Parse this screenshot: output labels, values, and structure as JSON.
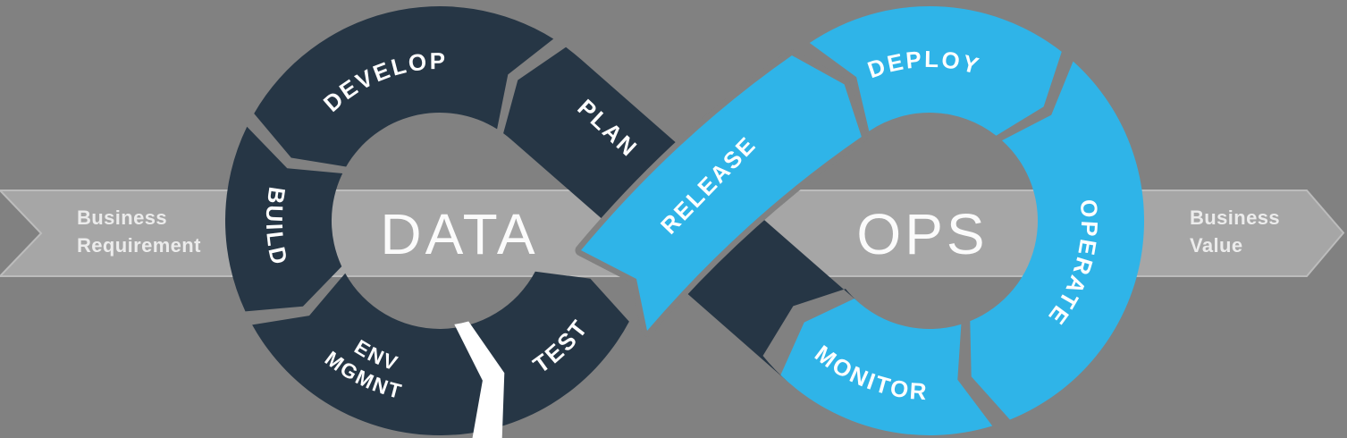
{
  "colors": {
    "background": "#818181",
    "band": "#a6a6a6",
    "dark_loop": "#263645",
    "blue_loop": "#2fb4e8",
    "white": "#ffffff"
  },
  "band": {
    "left_label": {
      "line1": "Business",
      "line2": "Requirement"
    },
    "right_label": {
      "line1": "Business",
      "line2": "Value"
    }
  },
  "data_loop": {
    "center_label": "DATA",
    "segments": {
      "plan": "PLAN",
      "develop": "DEVELOP",
      "build": "BUILD",
      "env_mgmnt_line1": "ENV",
      "env_mgmnt_line2": "MGMNT",
      "test": "TEST"
    }
  },
  "ops_loop": {
    "center_label": "OPS",
    "segments": {
      "release": "RELEASE",
      "deploy": "DEPLOY",
      "operate": "OPERATE",
      "monitor": "MONITOR"
    }
  }
}
